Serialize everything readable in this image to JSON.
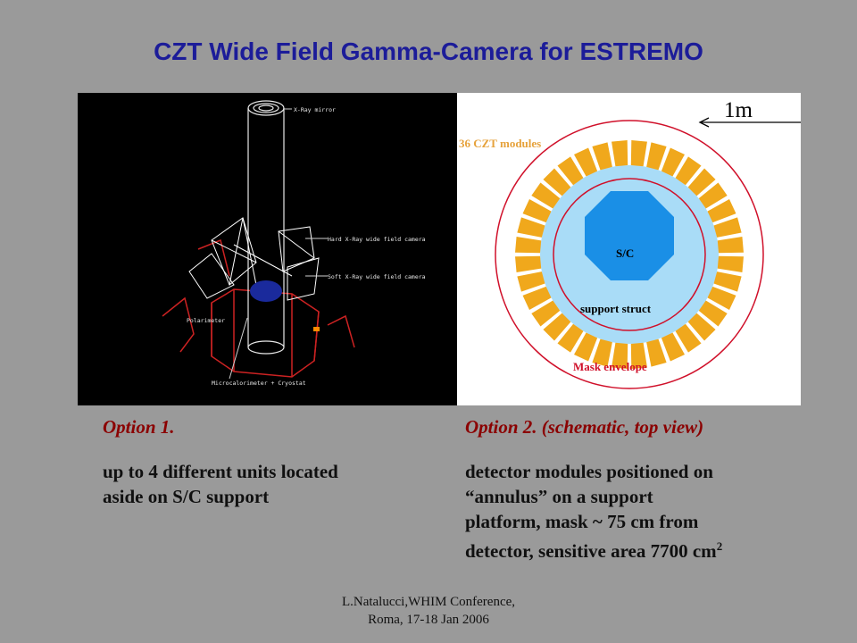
{
  "slide": {
    "title": "CZT Wide Field Gamma-Camera for ESTREMO"
  },
  "left_figure": {
    "labels": {
      "xray_mirror": "X-Ray mirror",
      "hard_camera": "Hard X-Ray wide field camera",
      "soft_camera": "Soft X-Ray wide field camera",
      "polarimeter": "Polarimeter",
      "microcalorimeter": "Microcalorimeter + Cryostat"
    }
  },
  "right_figure": {
    "scale_label": "1m",
    "modules_label": "36 CZT modules",
    "sc_label": "S/C",
    "support_label": "support struct",
    "mask_label": "Mask envelope",
    "module_count": 36,
    "colors": {
      "module": "#f0a81c",
      "annulus": "#a9dcf7",
      "core": "#1a8fe6",
      "circle": "#d0102a",
      "modules_text": "#e6a23c",
      "mask_text": "#d0102a"
    }
  },
  "option1": {
    "caption": "Option 1.",
    "lines": [
      "up to 4 different units located",
      "aside on S/C support"
    ]
  },
  "option2": {
    "caption": "Option 2. (schematic, top view)",
    "lines": [
      "detector modules positioned on",
      "“annulus” on a support",
      "platform, mask ~ 75 cm from"
    ],
    "last_line": "detector, sensitive area 7700 cm",
    "superscript": "2"
  },
  "footer": {
    "line1": "L.Natalucci,WHIM Conference,",
    "line2": "Roma, 17-18 Jan 2006"
  }
}
